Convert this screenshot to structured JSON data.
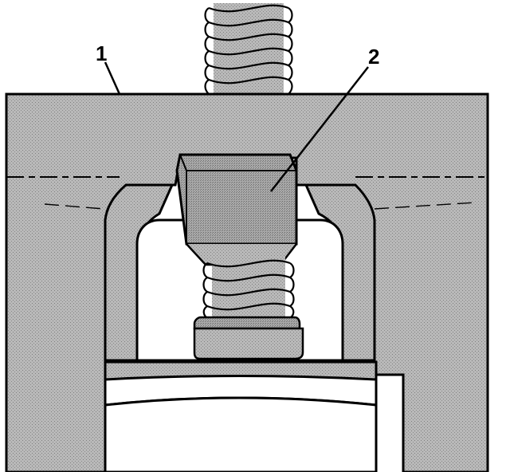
{
  "callouts": [
    {
      "id": "1",
      "label": "1"
    },
    {
      "id": "2",
      "label": "2"
    }
  ],
  "colors": {
    "fill": "#b4b4b4",
    "stroke": "#000000",
    "background": "#ffffff"
  }
}
